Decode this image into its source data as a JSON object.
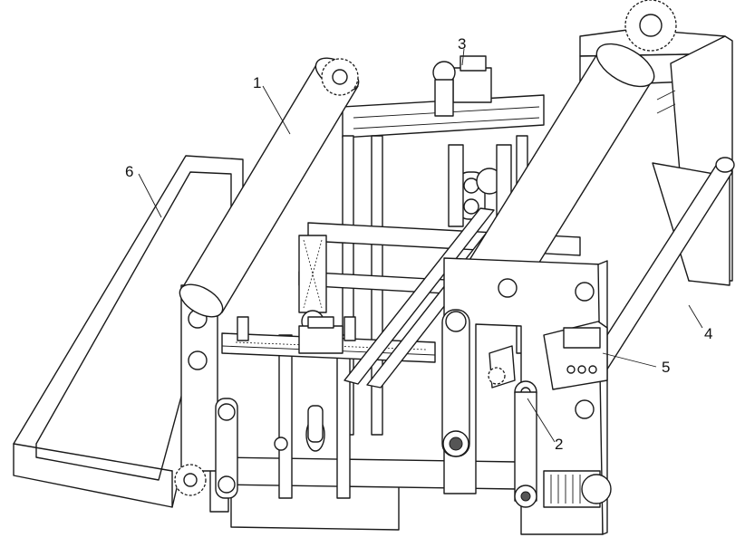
{
  "figure": {
    "callouts": [
      {
        "id": "1",
        "label": "1"
      },
      {
        "id": "2",
        "label": "2"
      },
      {
        "id": "3",
        "label": "3"
      },
      {
        "id": "4",
        "label": "4"
      },
      {
        "id": "5",
        "label": "5"
      },
      {
        "id": "6",
        "label": "6"
      }
    ]
  },
  "colors": {
    "stroke": "#1a1a1a",
    "background": "#ffffff",
    "shade": "#d9d9d9",
    "dark": "#555555"
  }
}
